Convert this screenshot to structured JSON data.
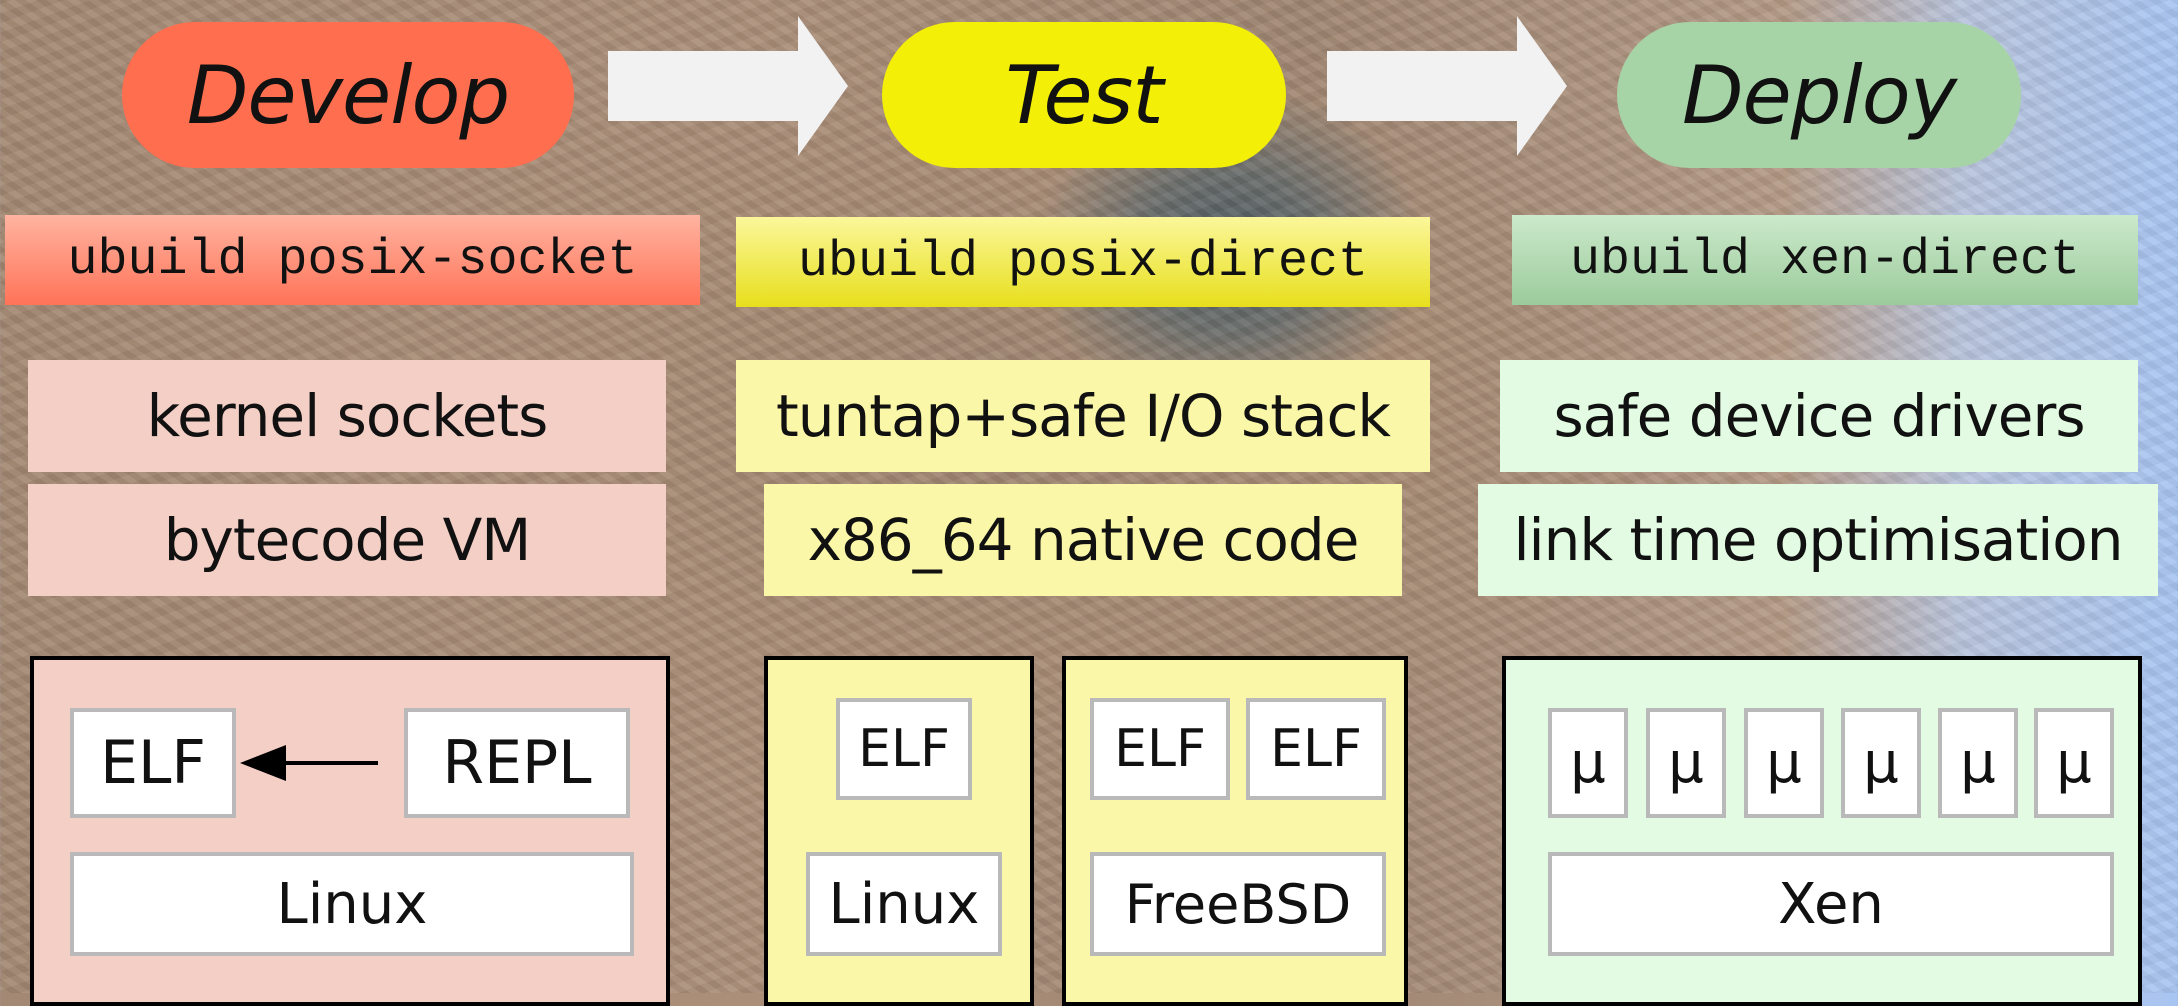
{
  "stages": {
    "develop": {
      "label": "Develop",
      "color": "#ff6e4e",
      "command": "ubuild posix-socket",
      "features": [
        "kernel sockets",
        "bytecode VM"
      ],
      "platform": {
        "elf": "ELF",
        "repl": "REPL",
        "os": "Linux"
      }
    },
    "test": {
      "label": "Test",
      "color": "#f4ef06",
      "command": "ubuild posix-direct",
      "features": [
        "tuntap+safe I/O stack",
        "x86_64 native code"
      ],
      "platform_linux": {
        "elf": "ELF",
        "os": "Linux"
      },
      "platform_freebsd": {
        "elfs": [
          "ELF",
          "ELF"
        ],
        "os": "FreeBSD"
      }
    },
    "deploy": {
      "label": "Deploy",
      "color": "#a6d4a6",
      "command": "ubuild xen-direct",
      "features": [
        "safe device drivers",
        "link time optimisation"
      ],
      "platform": {
        "units": [
          "μ",
          "μ",
          "μ",
          "μ",
          "μ",
          "μ"
        ],
        "os": "Xen"
      }
    }
  },
  "icons": {
    "stage_arrow": "right-arrow-icon",
    "repl_arrow": "left-arrow-icon"
  },
  "colors": {
    "develop_light": "#f4cfc6",
    "test_light": "#fbf7a8",
    "deploy_light": "#e2fbe2",
    "arrow": "#f2f2f2"
  }
}
